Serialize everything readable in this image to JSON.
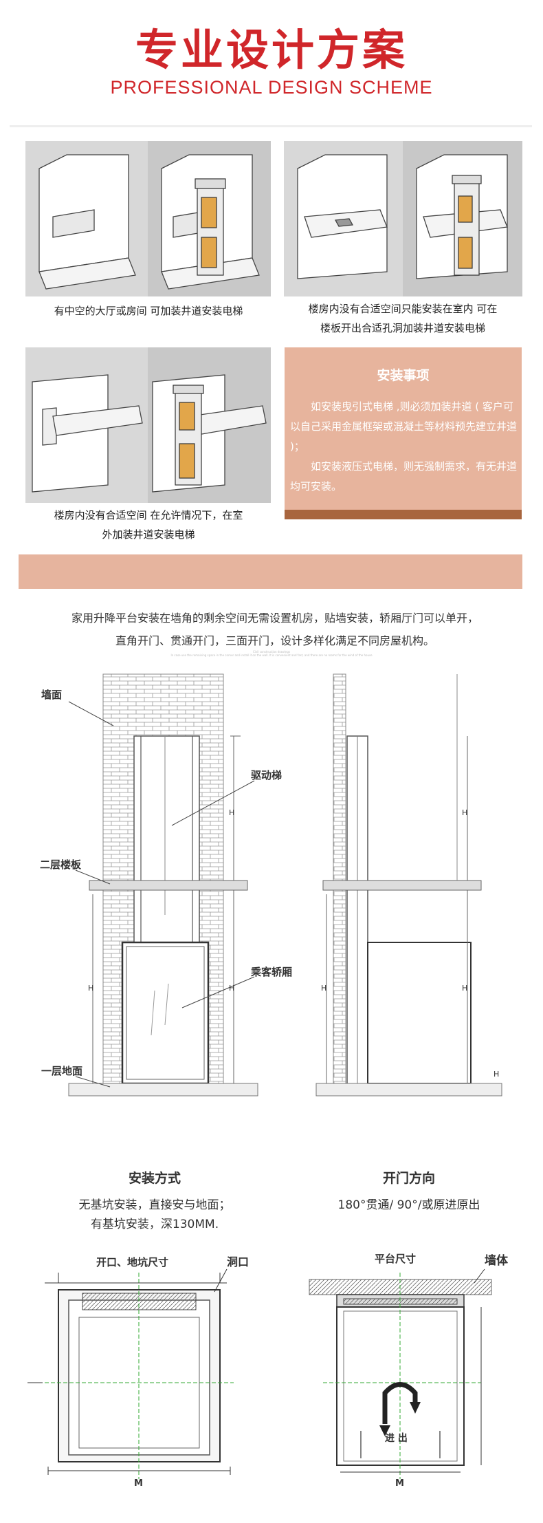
{
  "header": {
    "title_cn": "专业设计方案",
    "title_en": "PROFESSIONAL DESIGN SCHEME"
  },
  "cases": [
    {
      "caption": "有中空的大厅或房间 可加装井道安装电梯"
    },
    {
      "caption_l1": "楼房内没有合适空间只能安装在室内  可在",
      "caption_l2": "楼板开出合适孔洞加装井道安装电梯"
    },
    {
      "caption_l1": "楼房内没有合适空间 在允许情况下，在室",
      "caption_l2": "外加装井道安装电梯"
    }
  ],
  "notice": {
    "title": "安装事项",
    "p1": "如安装曳引式电梯 ,则必须加装井道 ( 客户可以自己采用金属框架或混凝土等材料预先建立井道 )；",
    "p2": "如安装液压式电梯，则无强制需求，有无井道均可安装。"
  },
  "description": {
    "line1": "家用升降平台安装在墙角的剩余空间无需设置机房，贴墙安装，轿厢厅门可以单开，",
    "line2": "直角开门、贯通开门，三面开门，设计多样化满足不同房屋机构。",
    "tiny_caption": "Civil construction drawings",
    "tiny_line": "In case use the remaining space in the corner and install it on the wall. It is convenient and fast, and there are no rooms for the wind of the house"
  },
  "drawing_labels": {
    "wall": "墙面",
    "drive": "驱动梯",
    "floor2": "二层楼板",
    "cabin": "乘客轿厢",
    "floor1": "一层地面",
    "h": "H"
  },
  "install": {
    "title": "安装方式",
    "line1": "无基坑安装，直接安与地面；",
    "line2": "有基坑安装，深130MM.",
    "label_opening": "开口、地坑尺寸",
    "label_hole": "洞口",
    "label_m": "M"
  },
  "door": {
    "title": "开门方向",
    "line1": "180°贯通/ 90°/或原进原出",
    "label_platform": "平台尺寸",
    "label_wall": "墙体",
    "label_inout": "进 出",
    "label_m": "M"
  }
}
